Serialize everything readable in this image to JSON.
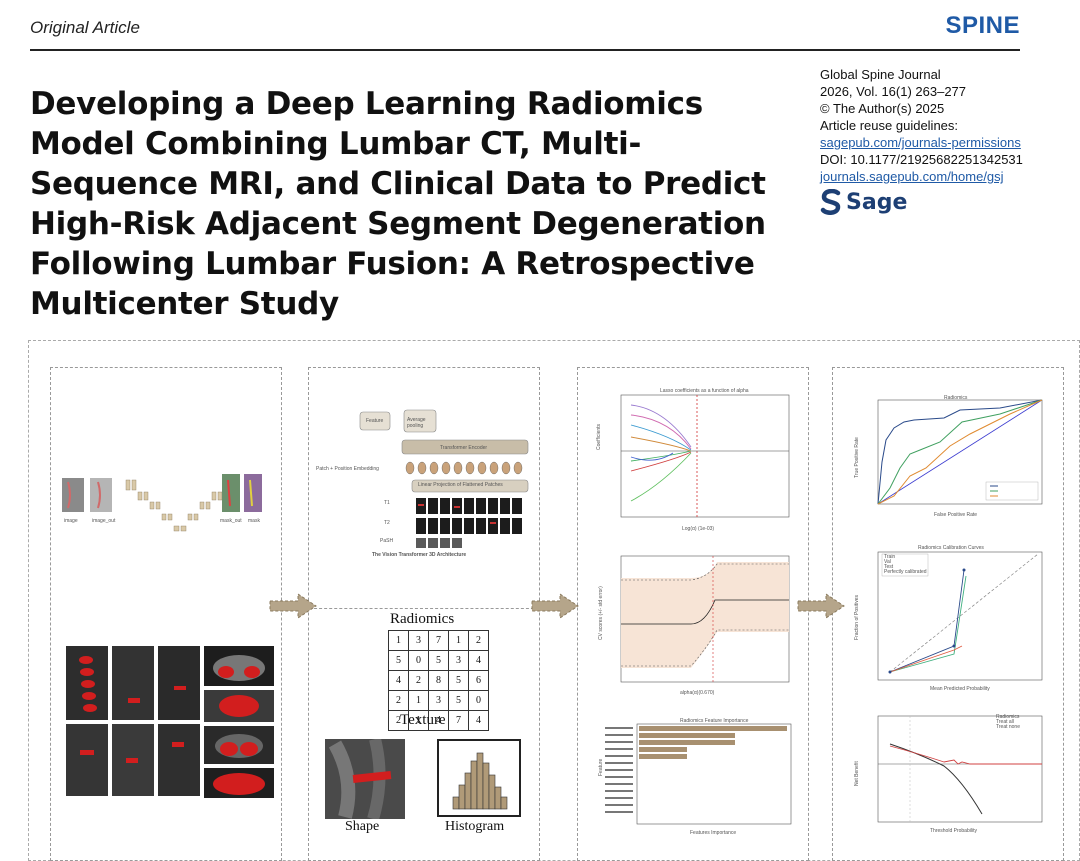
{
  "header": {
    "label": "Original Article",
    "journal_brand": "SPINE"
  },
  "article": {
    "title": "Developing a Deep Learning Radiomics Model Combining Lumbar CT, Multi-Sequence MRI, and Clinical Data to Predict High-Risk Adjacent Segment Degeneration Following Lumbar Fusion: A Retrospective Multicenter Study"
  },
  "meta": {
    "journal": "Global Spine Journal",
    "volume": "2026, Vol. 16(1) 263–277",
    "copyright": "© The Author(s) 2025",
    "reuse": "Article reuse guidelines:",
    "permissions_link": "sagepub.com/journals-permissions",
    "doi": "DOI: 10.1177/21925682251342531",
    "home_link": "journals.sagepub.com/home/gsj",
    "publisher": "Sage"
  },
  "figure": {
    "panel1": {
      "unet_labels": [
        "image",
        "image_out",
        "mask_out",
        "mask"
      ]
    },
    "panel2": {
      "vit_caption": "The Vision Transformer 3D Architecture",
      "vit_labels": {
        "feature": "Feature",
        "pooling": "Average pooling",
        "encoder": "Transformer Encoder",
        "embedding": "Patch + Position Embedding",
        "projection": "Linear Projection of Flattened Patches",
        "t1": "T1",
        "t2": "T2",
        "ct": "PaSH"
      },
      "radiomics_title": "Radiomics",
      "matrix": [
        [
          "1",
          "3",
          "7",
          "1",
          "2"
        ],
        [
          "5",
          "0",
          "5",
          "3",
          "4"
        ],
        [
          "4",
          "2",
          "8",
          "5",
          "6"
        ],
        [
          "2",
          "1",
          "3",
          "5",
          "0"
        ],
        [
          "2",
          "1",
          "4",
          "7",
          "4"
        ]
      ],
      "texture_label": "Texture",
      "shape_label": "Shape",
      "histogram_label": "Histogram"
    },
    "panel3": {
      "lasso_title": "Lasso coefficients as a function of alpha",
      "lasso_xlabel": "Log(α) (1e-03)",
      "lasso_ylabel": "Coefficients",
      "cv_xlabel": "alpha(α)(0.670)",
      "cv_ylabel": "CV scores (+/- std error)",
      "importance_title": "Radiomics Feature Importance",
      "importance_xlabel": "Features Importance",
      "importance_ylabel": "Feature"
    },
    "panel4": {
      "roc_title": "Radiomics",
      "roc_xlabel": "False Positive Rate",
      "roc_ylabel": "True Positive Rate",
      "calib_title": "Radiomics Calibration Curves",
      "calib_xlabel": "Mean Predicted Probability",
      "calib_ylabel": "Fraction of Positives",
      "calib_legend": [
        "Train",
        "Val",
        "Test",
        "Perfectly calibrated"
      ],
      "dca_xlabel": "Threshold Probability",
      "dca_ylabel": "Net Benefit",
      "dca_legend": [
        "Radiomics",
        "Treat all",
        "Treat none"
      ]
    }
  }
}
